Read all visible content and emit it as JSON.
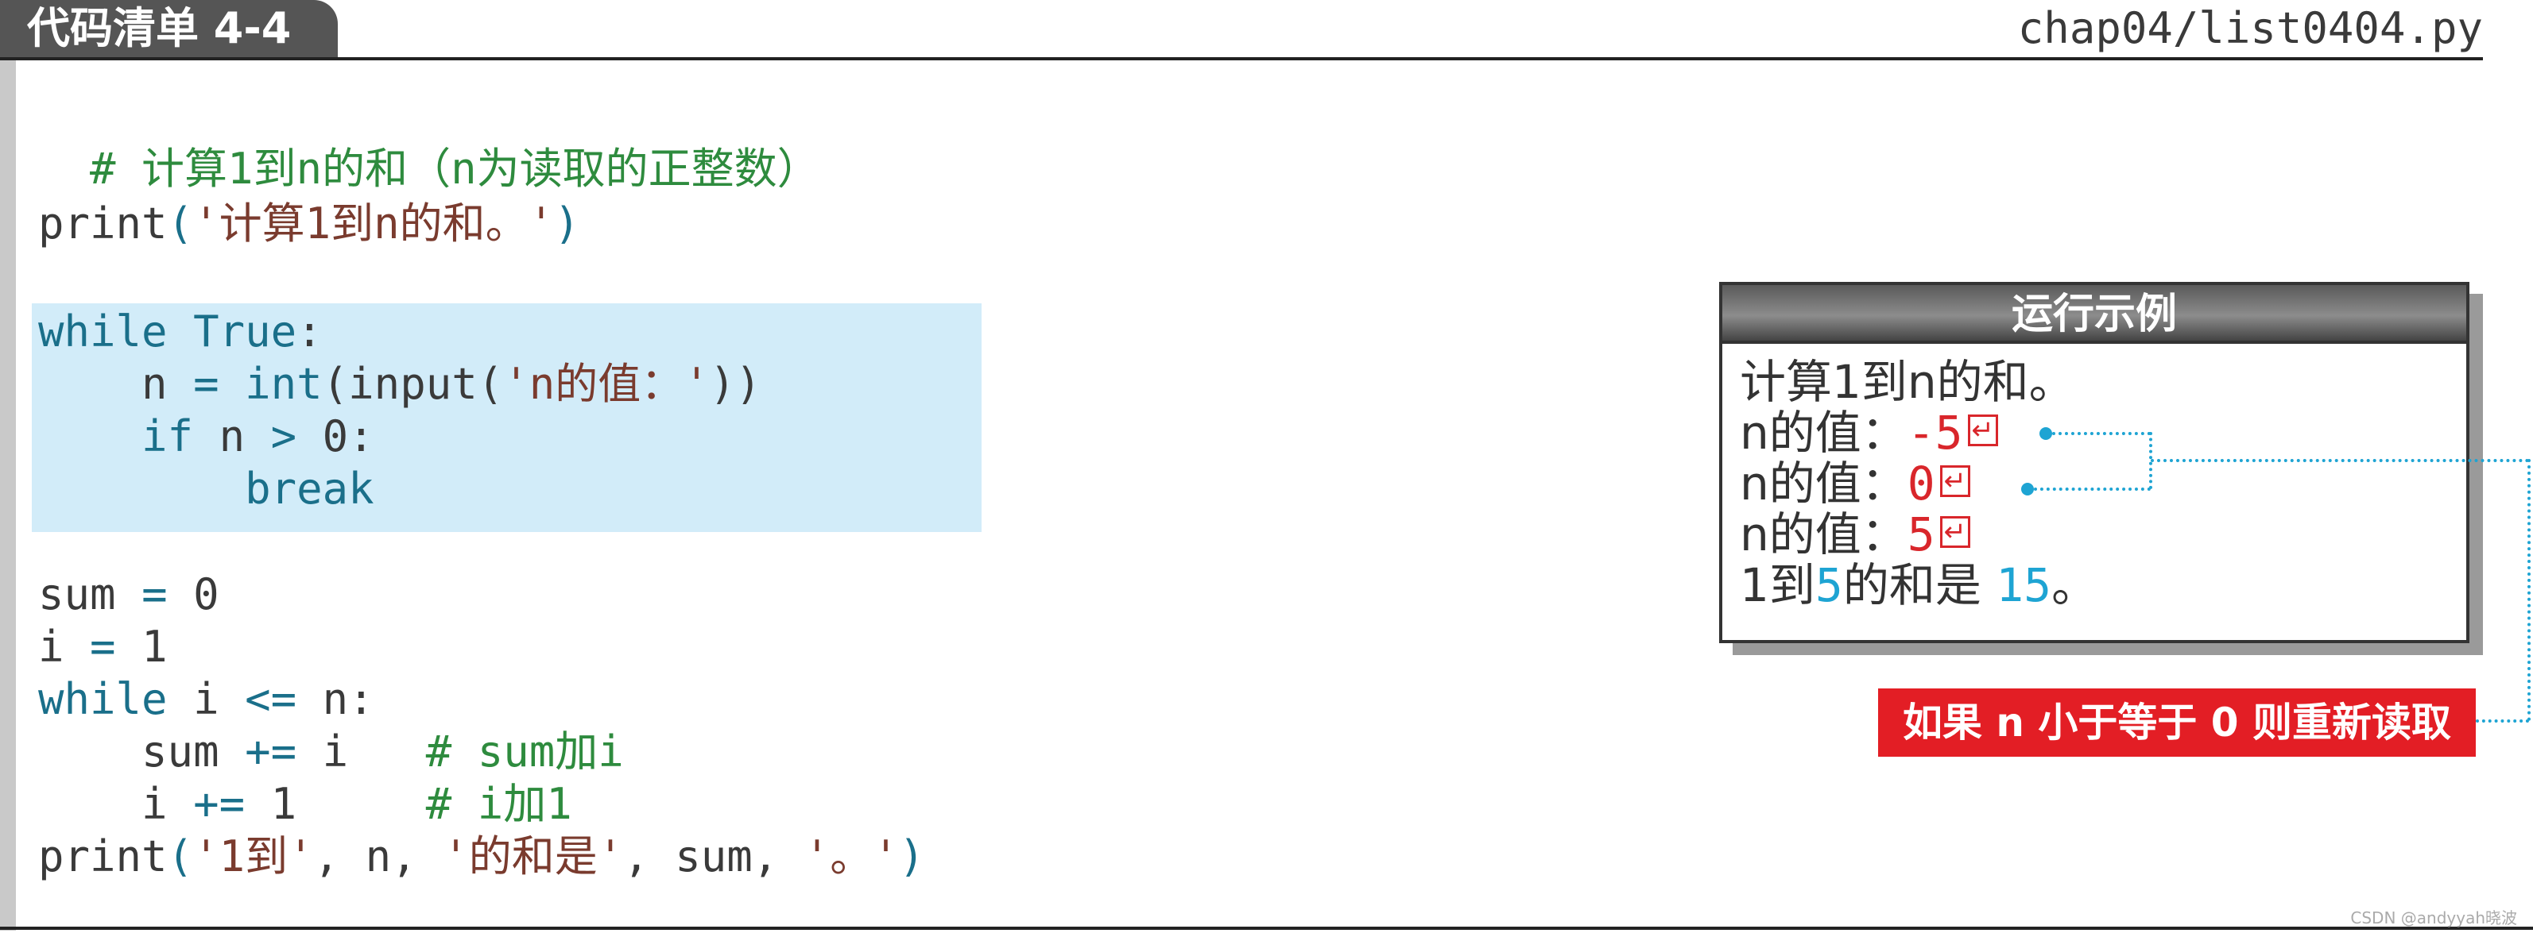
{
  "header": {
    "tab_label": "代码清单 4-4",
    "file_path": "chap04/list0404.py"
  },
  "code": {
    "line1": "# 计算1到n的和（n为读取的正整数）",
    "line2_fn": "print",
    "line2_open": "(",
    "line2_str": "'计算1到n的和。'",
    "line2_close": ")",
    "line3_kw": "while",
    "line3_val": "True",
    "line3_colon": ":",
    "line4_var": "n",
    "line4_eq": "=",
    "line4_call1": "int",
    "line4_call2": "(input(",
    "line4_str": "'n的值：'",
    "line4_close": "))",
    "line5_kw": "if",
    "line5_var": "n",
    "line5_op": ">",
    "line5_rest": "0:",
    "line6_kw": "break",
    "line7_var": "sum",
    "line7_eq": "=",
    "line7_val": "0",
    "line8_var": "i",
    "line8_eq": "=",
    "line8_val": "1",
    "line9_kw": "while",
    "line9_var": "i",
    "line9_op": "<=",
    "line9_rest": "n:",
    "line10_var": "sum",
    "line10_op": "+=",
    "line10_val": "i",
    "line10_comment": "# sum加i",
    "line11_var": "i",
    "line11_op": "+=",
    "line11_val": "1",
    "line11_comment": "# i加1",
    "line12_fn": "print",
    "line12_open": "(",
    "line12_str1": "'1到'",
    "line12_mid1": ", n, ",
    "line12_str2": "'的和是'",
    "line12_mid2": ", sum, ",
    "line12_str3": "'。'",
    "line12_close": ")"
  },
  "run_example": {
    "title": "运行示例",
    "line1": "计算1到n的和。",
    "prompt": "n的值：",
    "input1": "-5",
    "input2": "0",
    "input3": "5",
    "enter_symbol": "↵",
    "result_prefix": "1到",
    "result_n": "5",
    "result_mid": "的和是 ",
    "result_sum": "15",
    "result_suffix": "。"
  },
  "callout": {
    "text": "如果 n 小于等于 0 则重新读取"
  },
  "watermark": "CSDN @andyyah晓波",
  "colors": {
    "keyword": "#1a6f8a",
    "string": "#7a3b2e",
    "comment": "#2e8b3e",
    "input_red": "#d9262b",
    "output_cyan": "#1ea4d3",
    "highlight": "#d2ecf9",
    "callout_bg": "#e31e25"
  }
}
